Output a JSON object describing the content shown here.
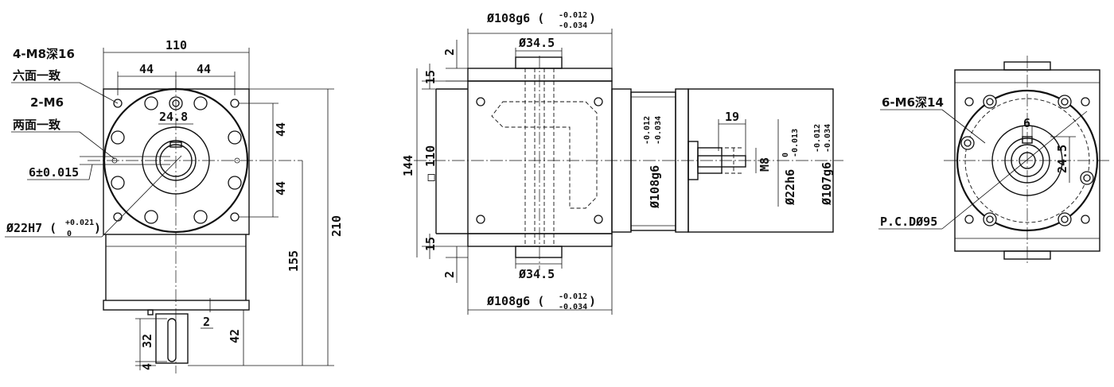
{
  "left_view": {
    "width_110": "110",
    "spacing_44_a": "44",
    "spacing_44_b": "44",
    "note_thread_1": "4-M8深16",
    "note_faces_1": "六面一致",
    "note_thread_2": "2-M6",
    "note_faces_2": "两面一致",
    "bore_key": "24.8",
    "key_width": "6±0.015",
    "bore_main": "Ø22H7 (",
    "bore_tol_upper": "+0.021",
    "bore_tol_lower": "0",
    "bore_close": ")",
    "vert_44_a": "44",
    "vert_44_b": "44",
    "height_210": "210",
    "height_155": "155",
    "shaft_42": "42",
    "gap_2": "2",
    "key_32": "32",
    "key_4": "4"
  },
  "center_view": {
    "top_flange": "Ø108g6 (",
    "tol_upper": "-0.012",
    "tol_lower": "-0.034",
    "close": ")",
    "top_2": "2",
    "top_15": "15",
    "top_bore": "Ø34.5",
    "height_144": "144",
    "square_110": "□ 110",
    "bottom_15": "15",
    "bottom_2": "2",
    "bottom_bore": "Ø34.5",
    "bottom_flange": "Ø108g6 (",
    "side_flange": "Ø108g6",
    "dim_19": "19",
    "thread_m8": "M8",
    "shaft_22": "Ø22h6",
    "shaft_tol_upper": "0",
    "shaft_tol_lower": "-0.013",
    "flange_107": "Ø107g6"
  },
  "right_view": {
    "note_thread": "6-M6深14",
    "key_6": "6",
    "dim_24_5": "24.5",
    "pcd": "P.C.DØ95"
  }
}
